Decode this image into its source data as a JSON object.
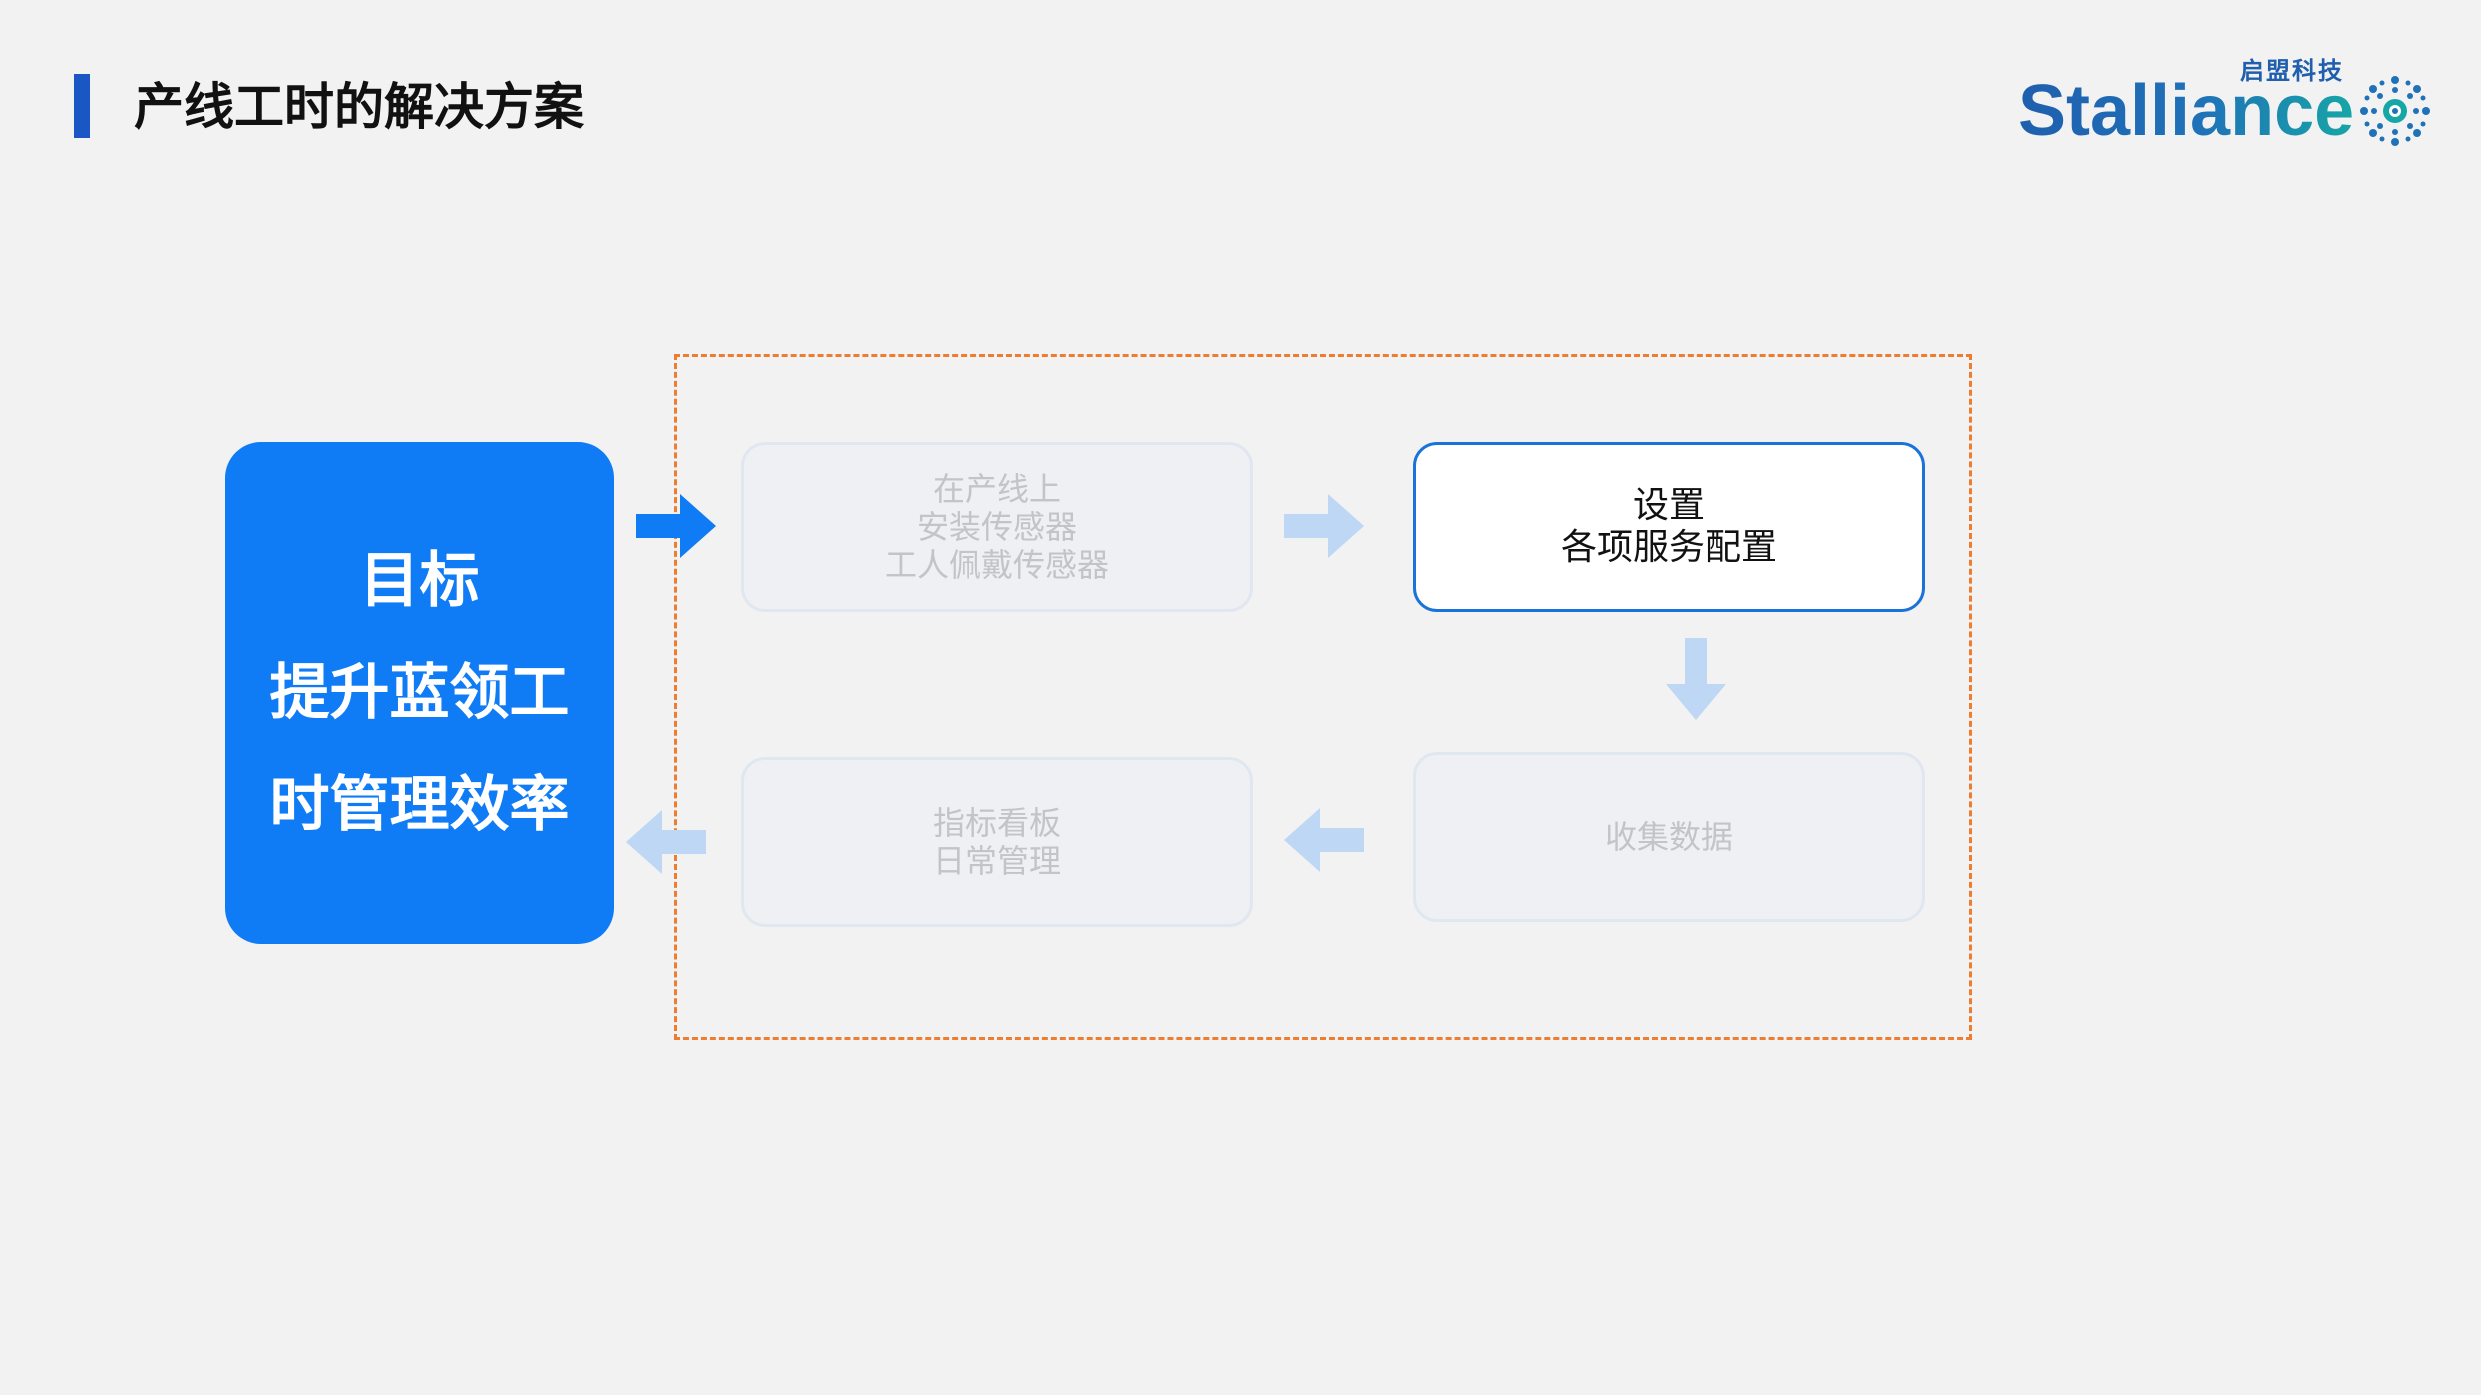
{
  "header": {
    "title": "产线工时的解决方案"
  },
  "logo": {
    "brand": "Stalliance",
    "brand_cn": "启盟科技"
  },
  "goal": {
    "lines": [
      "目标",
      "提升蓝领工",
      "时管理效率"
    ]
  },
  "steps": [
    {
      "lines": [
        "在产线上",
        "安装传感器",
        "工人佩戴传感器"
      ],
      "state": "faded"
    },
    {
      "lines": [
        "设置",
        "各项服务配置"
      ],
      "state": "active"
    },
    {
      "lines": [
        "收集数据"
      ],
      "state": "faded"
    },
    {
      "lines": [
        "指标看板",
        "日常管理"
      ],
      "state": "faded"
    }
  ],
  "colors": {
    "background": "#f2f2f2",
    "goal_fill": "#0f7bf5",
    "title_bar": "#1a56c4",
    "frame_dash": "#ed7d31",
    "active_border": "#1a73d9",
    "arrow_strong": "#0f7bf5",
    "arrow_light": "#bdd7f5"
  }
}
